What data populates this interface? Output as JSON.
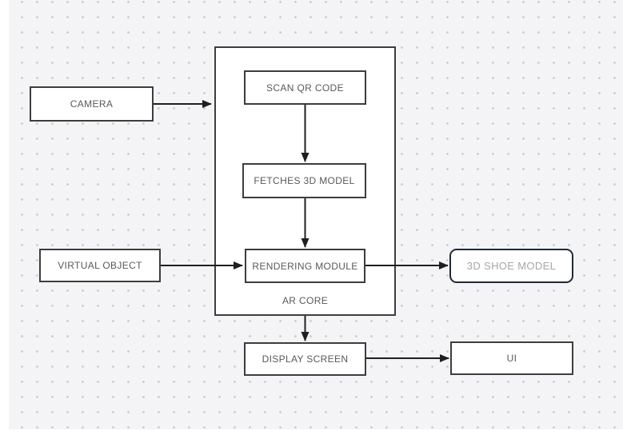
{
  "diagram": {
    "nodes": {
      "camera": {
        "label": "CAMERA"
      },
      "scan_qr": {
        "label": "SCAN QR CODE"
      },
      "fetches_model": {
        "label": "FETCHES 3D MODEL"
      },
      "rendering_module": {
        "label": "RENDERING MODULE"
      },
      "ar_core": {
        "label": "AR CORE"
      },
      "virtual_object": {
        "label": "VIRTUAL OBJECT"
      },
      "shoe_model": {
        "label": "3D SHOE MODEL"
      },
      "display_screen": {
        "label": "DISPLAY SCREEN"
      },
      "ui": {
        "label": "UI"
      }
    },
    "edges": [
      {
        "from": "CAMERA",
        "to": "AR CORE"
      },
      {
        "from": "SCAN QR CODE",
        "to": "FETCHES 3D MODEL"
      },
      {
        "from": "FETCHES 3D MODEL",
        "to": "RENDERING MODULE"
      },
      {
        "from": "VIRTUAL OBJECT",
        "to": "RENDERING MODULE"
      },
      {
        "from": "RENDERING MODULE",
        "to": "3D SHOE MODEL"
      },
      {
        "from": "AR CORE",
        "to": "DISPLAY SCREEN"
      },
      {
        "from": "DISPLAY SCREEN",
        "to": "UI"
      }
    ],
    "colors": {
      "background": "#f4f4f7",
      "dot": "#c7c7cf",
      "node_border": "#3d3d3d",
      "node_text": "#595959",
      "highlight_border": "#202938",
      "highlight_text": "#a6a6ab",
      "arrow": "#1f1f1f"
    }
  }
}
